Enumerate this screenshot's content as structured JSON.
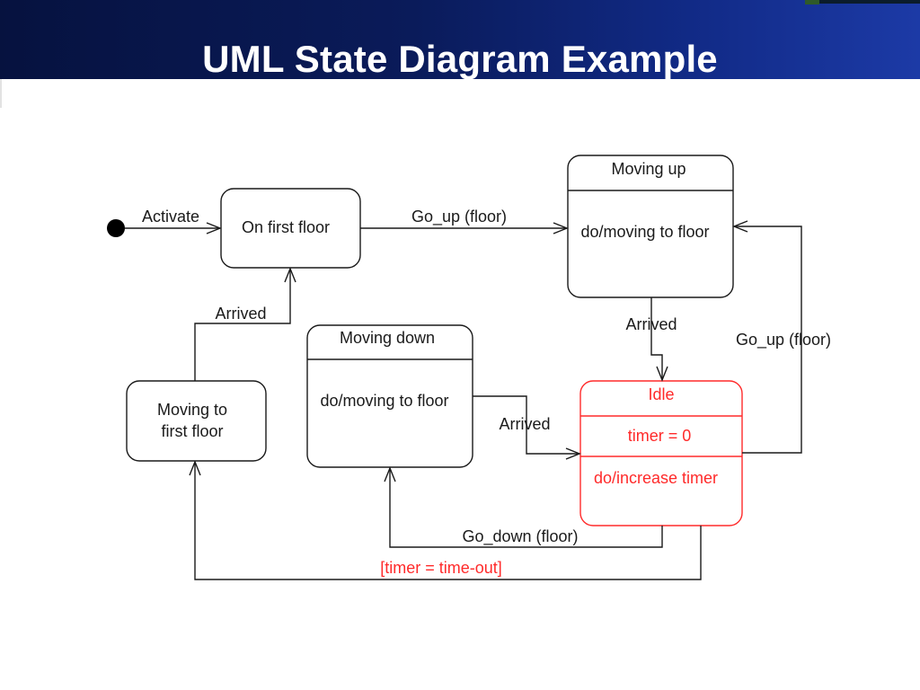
{
  "slide": {
    "title": "UML State Diagram Example"
  },
  "colors": {
    "header_dark": "#06123f",
    "header_light": "#1c3aa6",
    "line": "#1a1a1a",
    "highlight": "#ff2a2a"
  },
  "diagram": {
    "states": {
      "on_first_floor": {
        "name": "On first floor"
      },
      "moving_up": {
        "name": "Moving up",
        "activity": "do/moving to floor"
      },
      "moving_down": {
        "name": "Moving down",
        "activity": "do/moving to floor"
      },
      "moving_to_first_floor": {
        "name_line1": "Moving to",
        "name_line2": "first floor"
      },
      "idle": {
        "name": "Idle",
        "entry": "timer = 0",
        "activity": "do/increase timer"
      }
    },
    "transitions": {
      "activate": "Activate",
      "go_up_from_first": "Go_up (floor)",
      "arrived_up": "Arrived",
      "go_up_from_idle": "Go_up (floor)",
      "arrived_down": "Arrived",
      "go_down": "Go_down (floor)",
      "timeout": "[timer = time-out]",
      "arrived_first": "Arrived"
    }
  }
}
